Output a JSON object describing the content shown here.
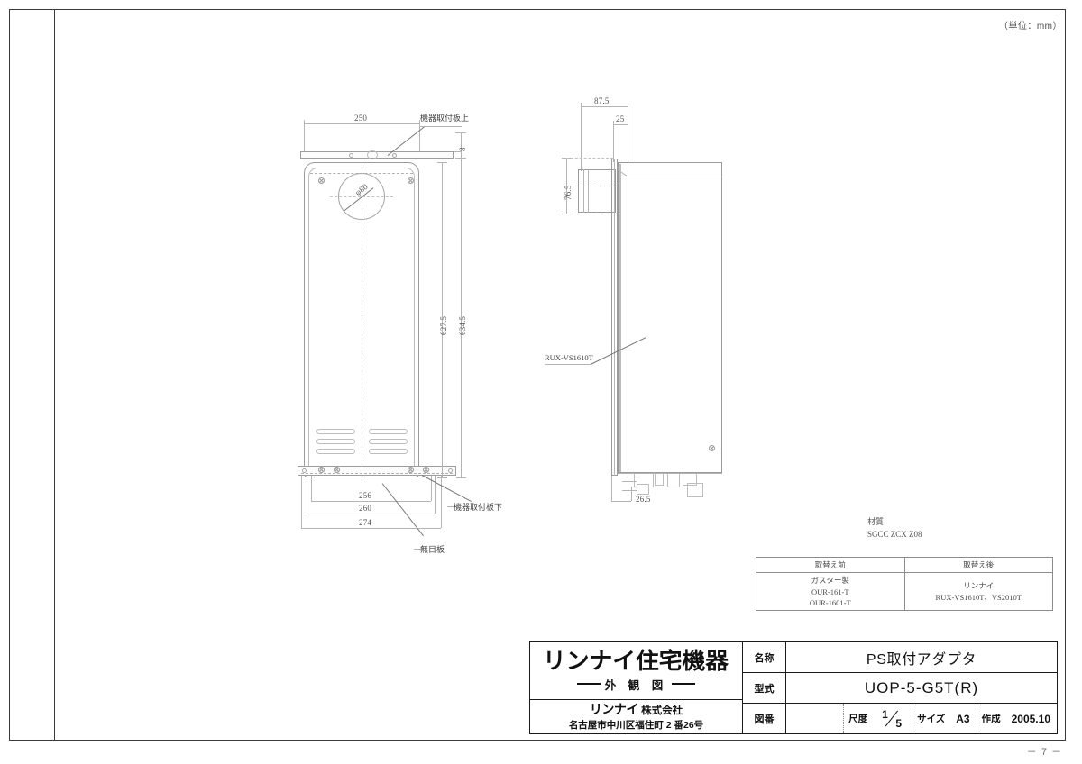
{
  "sheet": {
    "unit_note": "（単位：mm）",
    "page_number": "－ 7 －"
  },
  "front_view": {
    "name": "front-elevation",
    "dimensions": {
      "top_width": "250",
      "plate_thickness": "8",
      "height_inner": "627.5",
      "height_outer": "634.5",
      "bottom_w1": "256",
      "bottom_w2": "260",
      "bottom_w3": "274",
      "hole_diameter": "φ80"
    },
    "labels": {
      "mount_plate_top": "機器取付板上",
      "mount_plate_bottom": "機器取付板下",
      "blind_panel": "無目板"
    }
  },
  "side_view": {
    "name": "side-elevation",
    "dimensions": {
      "depth_total": "87.5",
      "flange": "25",
      "duct_dia": "76.5",
      "bottom_offset": "26.5"
    },
    "labels": {
      "heater_model": "RUX-VS1610T"
    }
  },
  "material": {
    "heading": "材質",
    "spec": "SGCC ZCX Z08"
  },
  "replacement_table": {
    "headers": [
      "取替え前",
      "取替え後"
    ],
    "rows": [
      {
        "before": [
          "ガスター製",
          "OUR-161-T",
          "OUR-1601-T"
        ],
        "after": [
          "リンナイ",
          "RUX-VS1610T、VS2010T"
        ]
      }
    ]
  },
  "title_block": {
    "brand_title": "リンナイ住宅機器",
    "drawing_type": "外 観 図",
    "company": {
      "name_bold": "リンナイ",
      "name_rest": "株式会社",
      "address": "名古屋市中川区福住町 2 番26号"
    },
    "rows": [
      {
        "key": "名称",
        "value": "PS取付アダプタ"
      },
      {
        "key": "型式",
        "value": "UOP-5-G5T(R)"
      }
    ],
    "bottom_row": {
      "key": "図番",
      "value": "",
      "meta": [
        {
          "key": "尺度",
          "value_num": "1",
          "value_den": "5",
          "type": "fraction"
        },
        {
          "key": "サイズ",
          "value": "A3",
          "type": "text"
        },
        {
          "key": "作成",
          "value": "2005.10",
          "type": "text"
        }
      ]
    }
  }
}
